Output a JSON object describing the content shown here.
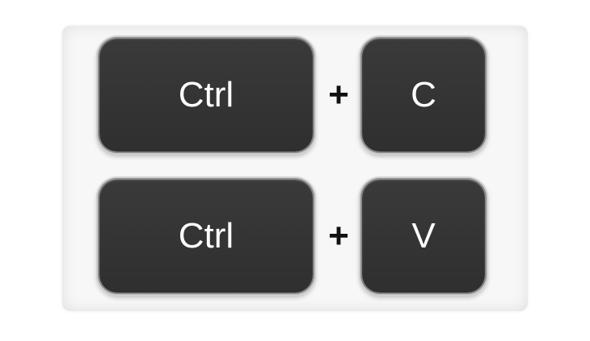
{
  "shortcuts": [
    {
      "modifier": "Ctrl",
      "separator": "+",
      "key": "C"
    },
    {
      "modifier": "Ctrl",
      "separator": "+",
      "key": "V"
    }
  ],
  "colors": {
    "key_face": "#333333",
    "key_text": "#ffffff",
    "plus_text": "#111111",
    "panel_bg": "#f7f7f7"
  }
}
